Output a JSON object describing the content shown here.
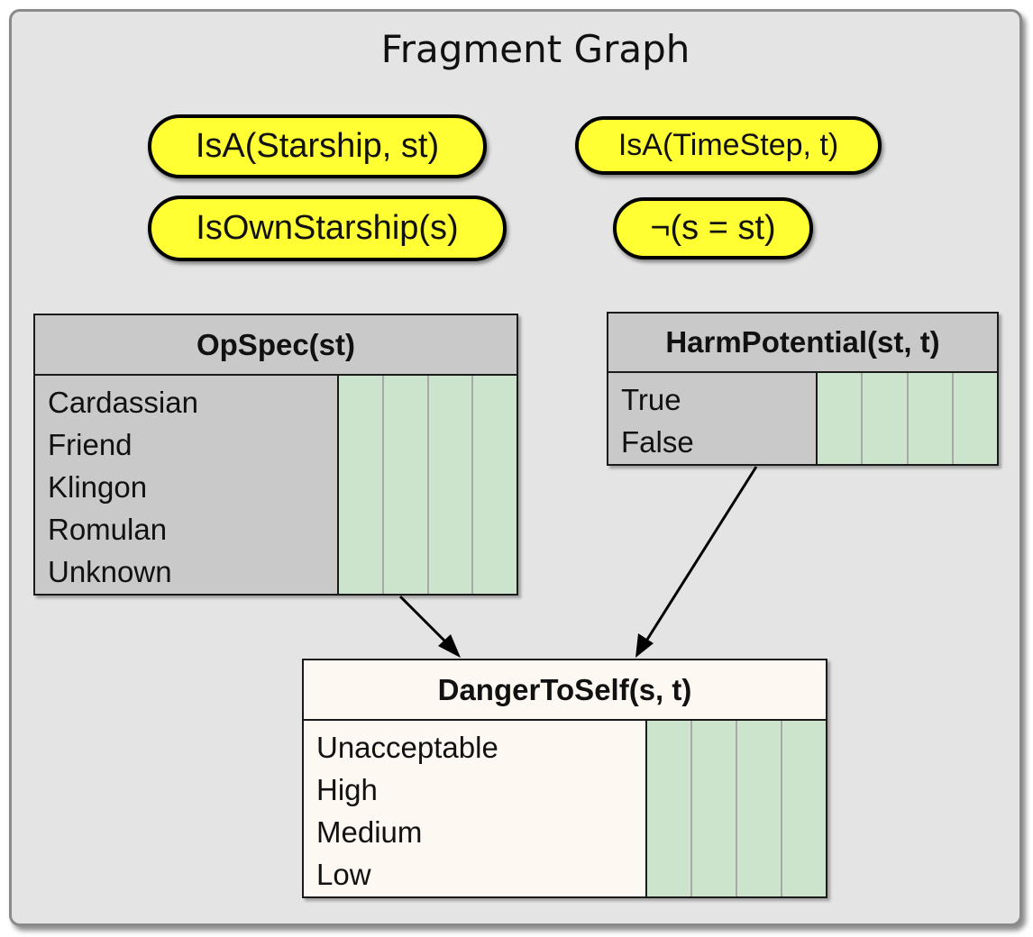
{
  "title": "Fragment Graph",
  "context_nodes": [
    {
      "label": "IsA(Starship, st)"
    },
    {
      "label": "IsA(TimeStep, t)"
    },
    {
      "label": "IsOwnStarship(s)"
    },
    {
      "label": "¬(s = st)"
    }
  ],
  "nodes": {
    "opspec": {
      "name": "OpSpec(st)",
      "states": [
        "Cardassian",
        "Friend",
        "Klingon",
        "Romulan",
        "Unknown"
      ]
    },
    "harm": {
      "name": "HarmPotential(st, t)",
      "states": [
        "True",
        "False"
      ]
    },
    "danger": {
      "name": "DangerToSelf(s, t)",
      "states": [
        "Unacceptable",
        "High",
        "Medium",
        "Low"
      ]
    }
  },
  "edges": [
    {
      "from": "OpSpec(st)",
      "to": "DangerToSelf(s, t)"
    },
    {
      "from": "HarmPotential(st, t)",
      "to": "DangerToSelf(s, t)"
    }
  ],
  "colors": {
    "background": "#e4e4e4",
    "context_fill": "#ffff33",
    "node_gray": "#c9c9c9",
    "node_resident": "#fdf8f1",
    "probability_bar": "#cce3cc"
  }
}
